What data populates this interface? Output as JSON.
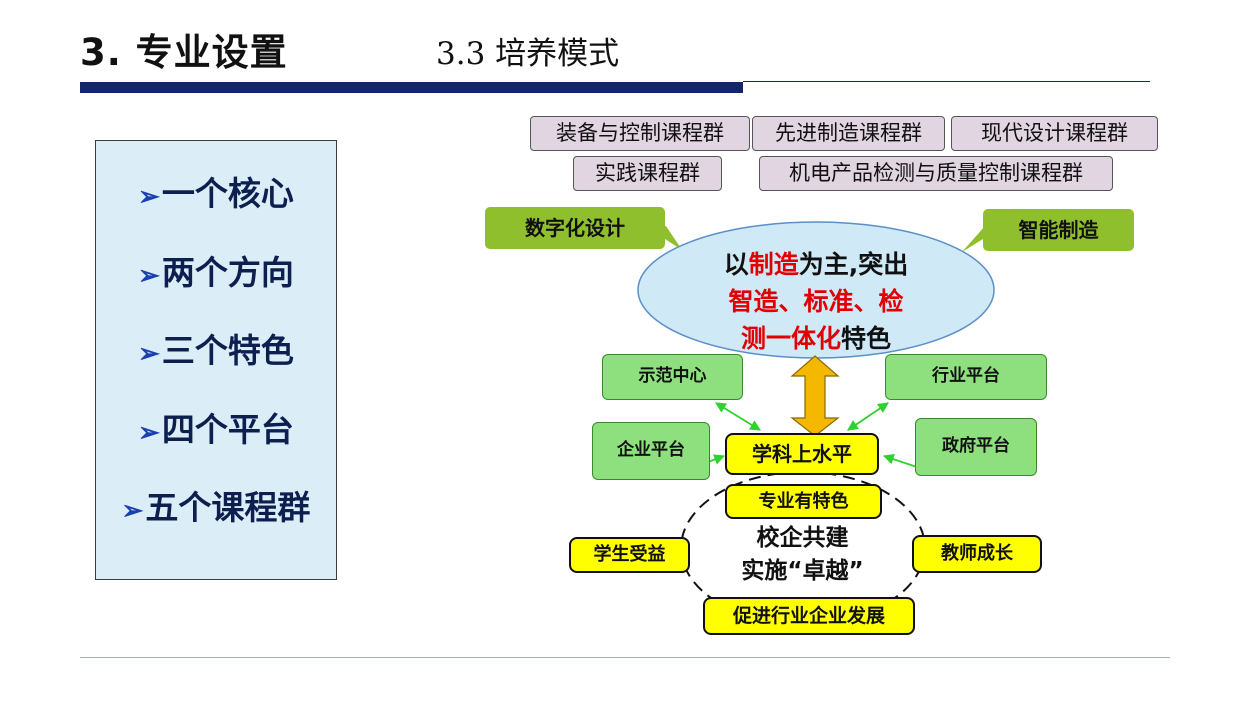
{
  "header": {
    "title": "3. 专业设置",
    "subtitle": "3.3 培养模式"
  },
  "left_panel": {
    "arrow": "➢",
    "items": [
      "一个核心",
      "两个方向",
      "三个特色",
      "四个平台",
      "五个课程群"
    ]
  },
  "course_groups": [
    "装备与控制课程群",
    "先进制造课程群",
    "现代设计课程群",
    "实践课程群",
    "机电产品检测与质量控制课程群"
  ],
  "directions": {
    "left": "数字化设计",
    "right": "智能制造"
  },
  "core_ellipse": {
    "line1_a": "以",
    "line1_b": "制造",
    "line1_c": "为主,突出",
    "line2": "智造、标准、检",
    "line3_a": "测一体化",
    "line3_b": "特色"
  },
  "platforms": {
    "demo_center": "示范中心",
    "industry_platform": "行业平台",
    "enterprise_platform": "企业平台",
    "government_platform": "政府平台"
  },
  "center": {
    "discipline": "学科上水平",
    "specialty": "专业有特色",
    "line1": "校企共建",
    "line2": "实施“卓越”"
  },
  "outcomes": {
    "students": "学生受益",
    "teachers": "教师成长",
    "industry": "促进行业企业发展"
  },
  "colors": {
    "navy": "#14276b",
    "highlight_red": "#e00000",
    "green_tag": "#8fbf2d",
    "green_box": "#8ee07f",
    "yellow": "#ffff00",
    "ellipse_fill": "#cfe9f7",
    "group_fill": "#e2d5e2",
    "left_panel_fill": "#dbeef8",
    "arrow_orange": "#f5b800"
  }
}
